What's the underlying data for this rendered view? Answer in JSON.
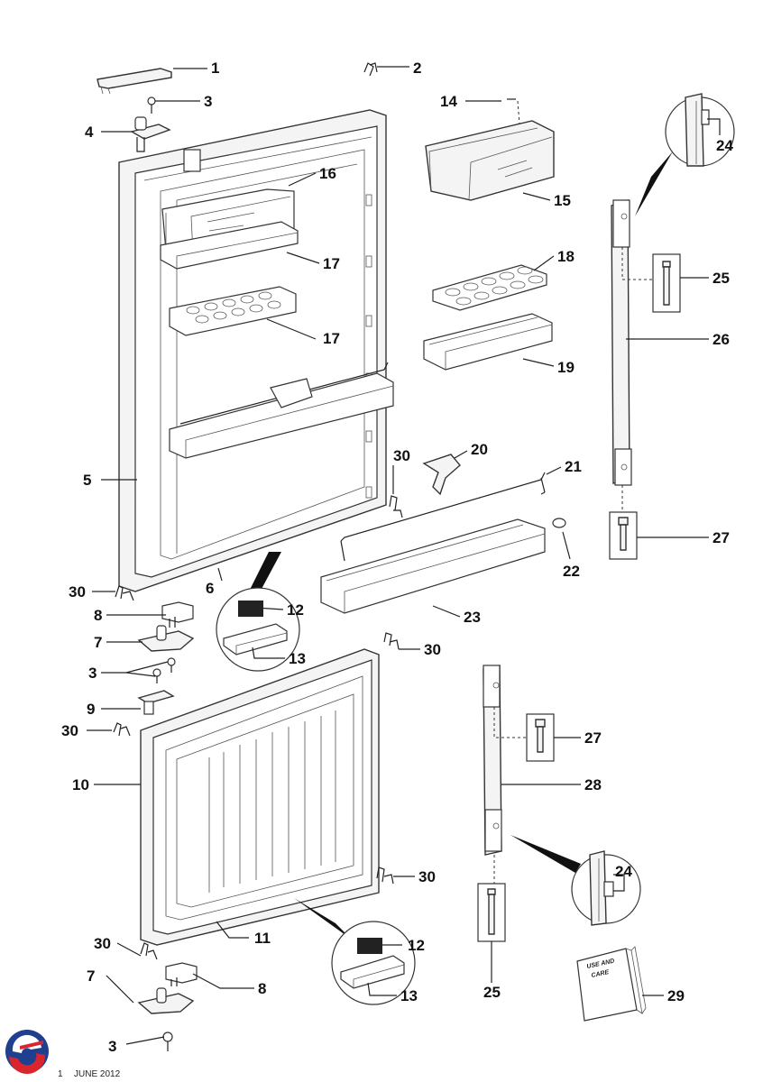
{
  "callouts": [
    {
      "id": "c1",
      "text": "1"
    },
    {
      "id": "c2",
      "text": "2"
    },
    {
      "id": "c3a",
      "text": "3"
    },
    {
      "id": "c4",
      "text": "4"
    },
    {
      "id": "c14",
      "text": "14"
    },
    {
      "id": "c15",
      "text": "15"
    },
    {
      "id": "c16",
      "text": "16"
    },
    {
      "id": "c17a",
      "text": "17"
    },
    {
      "id": "c17b",
      "text": "17"
    },
    {
      "id": "c18",
      "text": "18"
    },
    {
      "id": "c19",
      "text": "19"
    },
    {
      "id": "c24a",
      "text": "24"
    },
    {
      "id": "c25a",
      "text": "25"
    },
    {
      "id": "c26",
      "text": "26"
    },
    {
      "id": "c5",
      "text": "5"
    },
    {
      "id": "c30a",
      "text": "30"
    },
    {
      "id": "c20",
      "text": "20"
    },
    {
      "id": "c21",
      "text": "21"
    },
    {
      "id": "c22",
      "text": "22"
    },
    {
      "id": "c27a",
      "text": "27"
    },
    {
      "id": "c6",
      "text": "6"
    },
    {
      "id": "c12a",
      "text": "12"
    },
    {
      "id": "c23",
      "text": "23"
    },
    {
      "id": "c30b",
      "text": "30"
    },
    {
      "id": "c8a",
      "text": "8"
    },
    {
      "id": "c7a",
      "text": "7"
    },
    {
      "id": "c13a",
      "text": "13"
    },
    {
      "id": "c30c",
      "text": "30"
    },
    {
      "id": "c3b",
      "text": "3"
    },
    {
      "id": "c9",
      "text": "9"
    },
    {
      "id": "c30d",
      "text": "30"
    },
    {
      "id": "c27b",
      "text": "27"
    },
    {
      "id": "c10",
      "text": "10"
    },
    {
      "id": "c28",
      "text": "28"
    },
    {
      "id": "c30e",
      "text": "30"
    },
    {
      "id": "c24b",
      "text": "24"
    },
    {
      "id": "c11",
      "text": "11"
    },
    {
      "id": "c30f",
      "text": "30"
    },
    {
      "id": "c12b",
      "text": "12"
    },
    {
      "id": "c7b",
      "text": "7"
    },
    {
      "id": "c8b",
      "text": "8"
    },
    {
      "id": "c13b",
      "text": "13"
    },
    {
      "id": "c25b",
      "text": "25"
    },
    {
      "id": "c29",
      "text": "29"
    },
    {
      "id": "c3c",
      "text": "3"
    }
  ],
  "booklet": {
    "line1": "USE AND",
    "line2": "CARE"
  },
  "footer": {
    "page": "1",
    "date": "JUNE 2012"
  },
  "logo": {
    "name": "brand-logo",
    "colors": [
      "#1f3f8f",
      "#d9262e"
    ]
  }
}
